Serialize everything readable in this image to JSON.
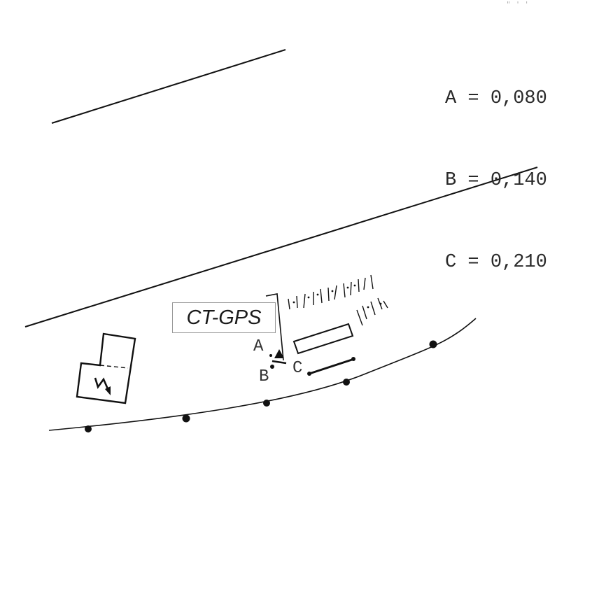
{
  "legend": {
    "rows": [
      {
        "point": "A",
        "sep": "=",
        "value": "0,080"
      },
      {
        "point": "B",
        "sep": "=",
        "value": "0,140"
      },
      {
        "point": "C",
        "sep": "=",
        "value": "0,210"
      }
    ]
  },
  "station": {
    "label": "CT-GPS"
  },
  "points": {
    "a": "A",
    "b": "B",
    "c": "C"
  },
  "corner_marks": "\" ' '",
  "building_symbol": "W",
  "colors": {
    "ink": "#111111",
    "text": "#2a2a2a",
    "box_border": "#9a9a9a"
  }
}
